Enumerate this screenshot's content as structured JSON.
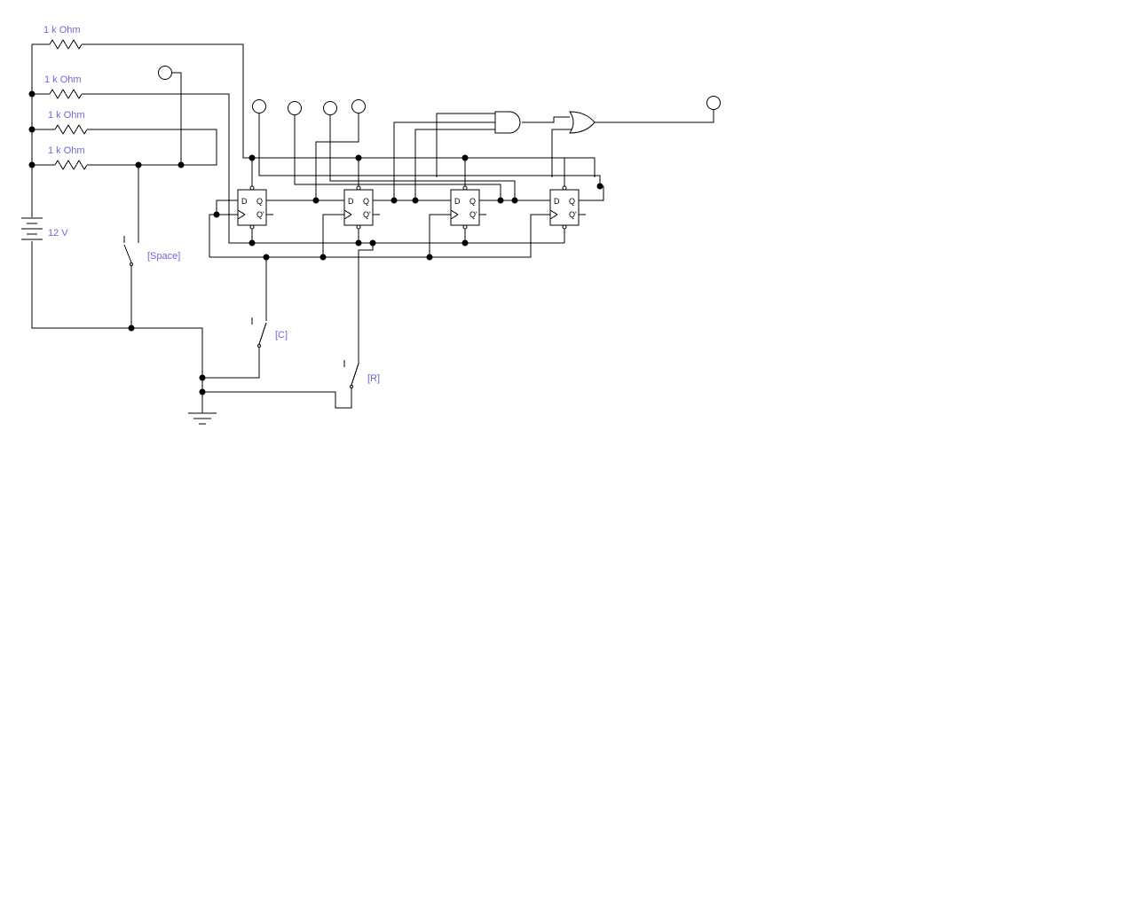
{
  "resistors": [
    {
      "label": "1 k Ohm"
    },
    {
      "label": "1 k Ohm"
    },
    {
      "label": "1 k Ohm"
    },
    {
      "label": "1 k Ohm"
    }
  ],
  "battery": {
    "label": "12 V"
  },
  "switches": [
    {
      "label": "[Space]"
    },
    {
      "label": "[C]"
    },
    {
      "label": "[R]"
    }
  ],
  "flip_flops": [
    {
      "d": "D",
      "q": "Q",
      "qn": "Q'"
    },
    {
      "d": "D",
      "q": "Q",
      "qn": "Q'"
    },
    {
      "d": "D",
      "q": "Q",
      "qn": "Q'"
    },
    {
      "d": "D",
      "q": "Q",
      "qn": "Q'"
    }
  ],
  "indicator_lamps": 6,
  "gates": [
    {
      "type": "AND"
    },
    {
      "type": "OR"
    }
  ],
  "colors": {
    "wire": "#000000",
    "label": "#6a6ad8",
    "background": "#ffffff"
  }
}
